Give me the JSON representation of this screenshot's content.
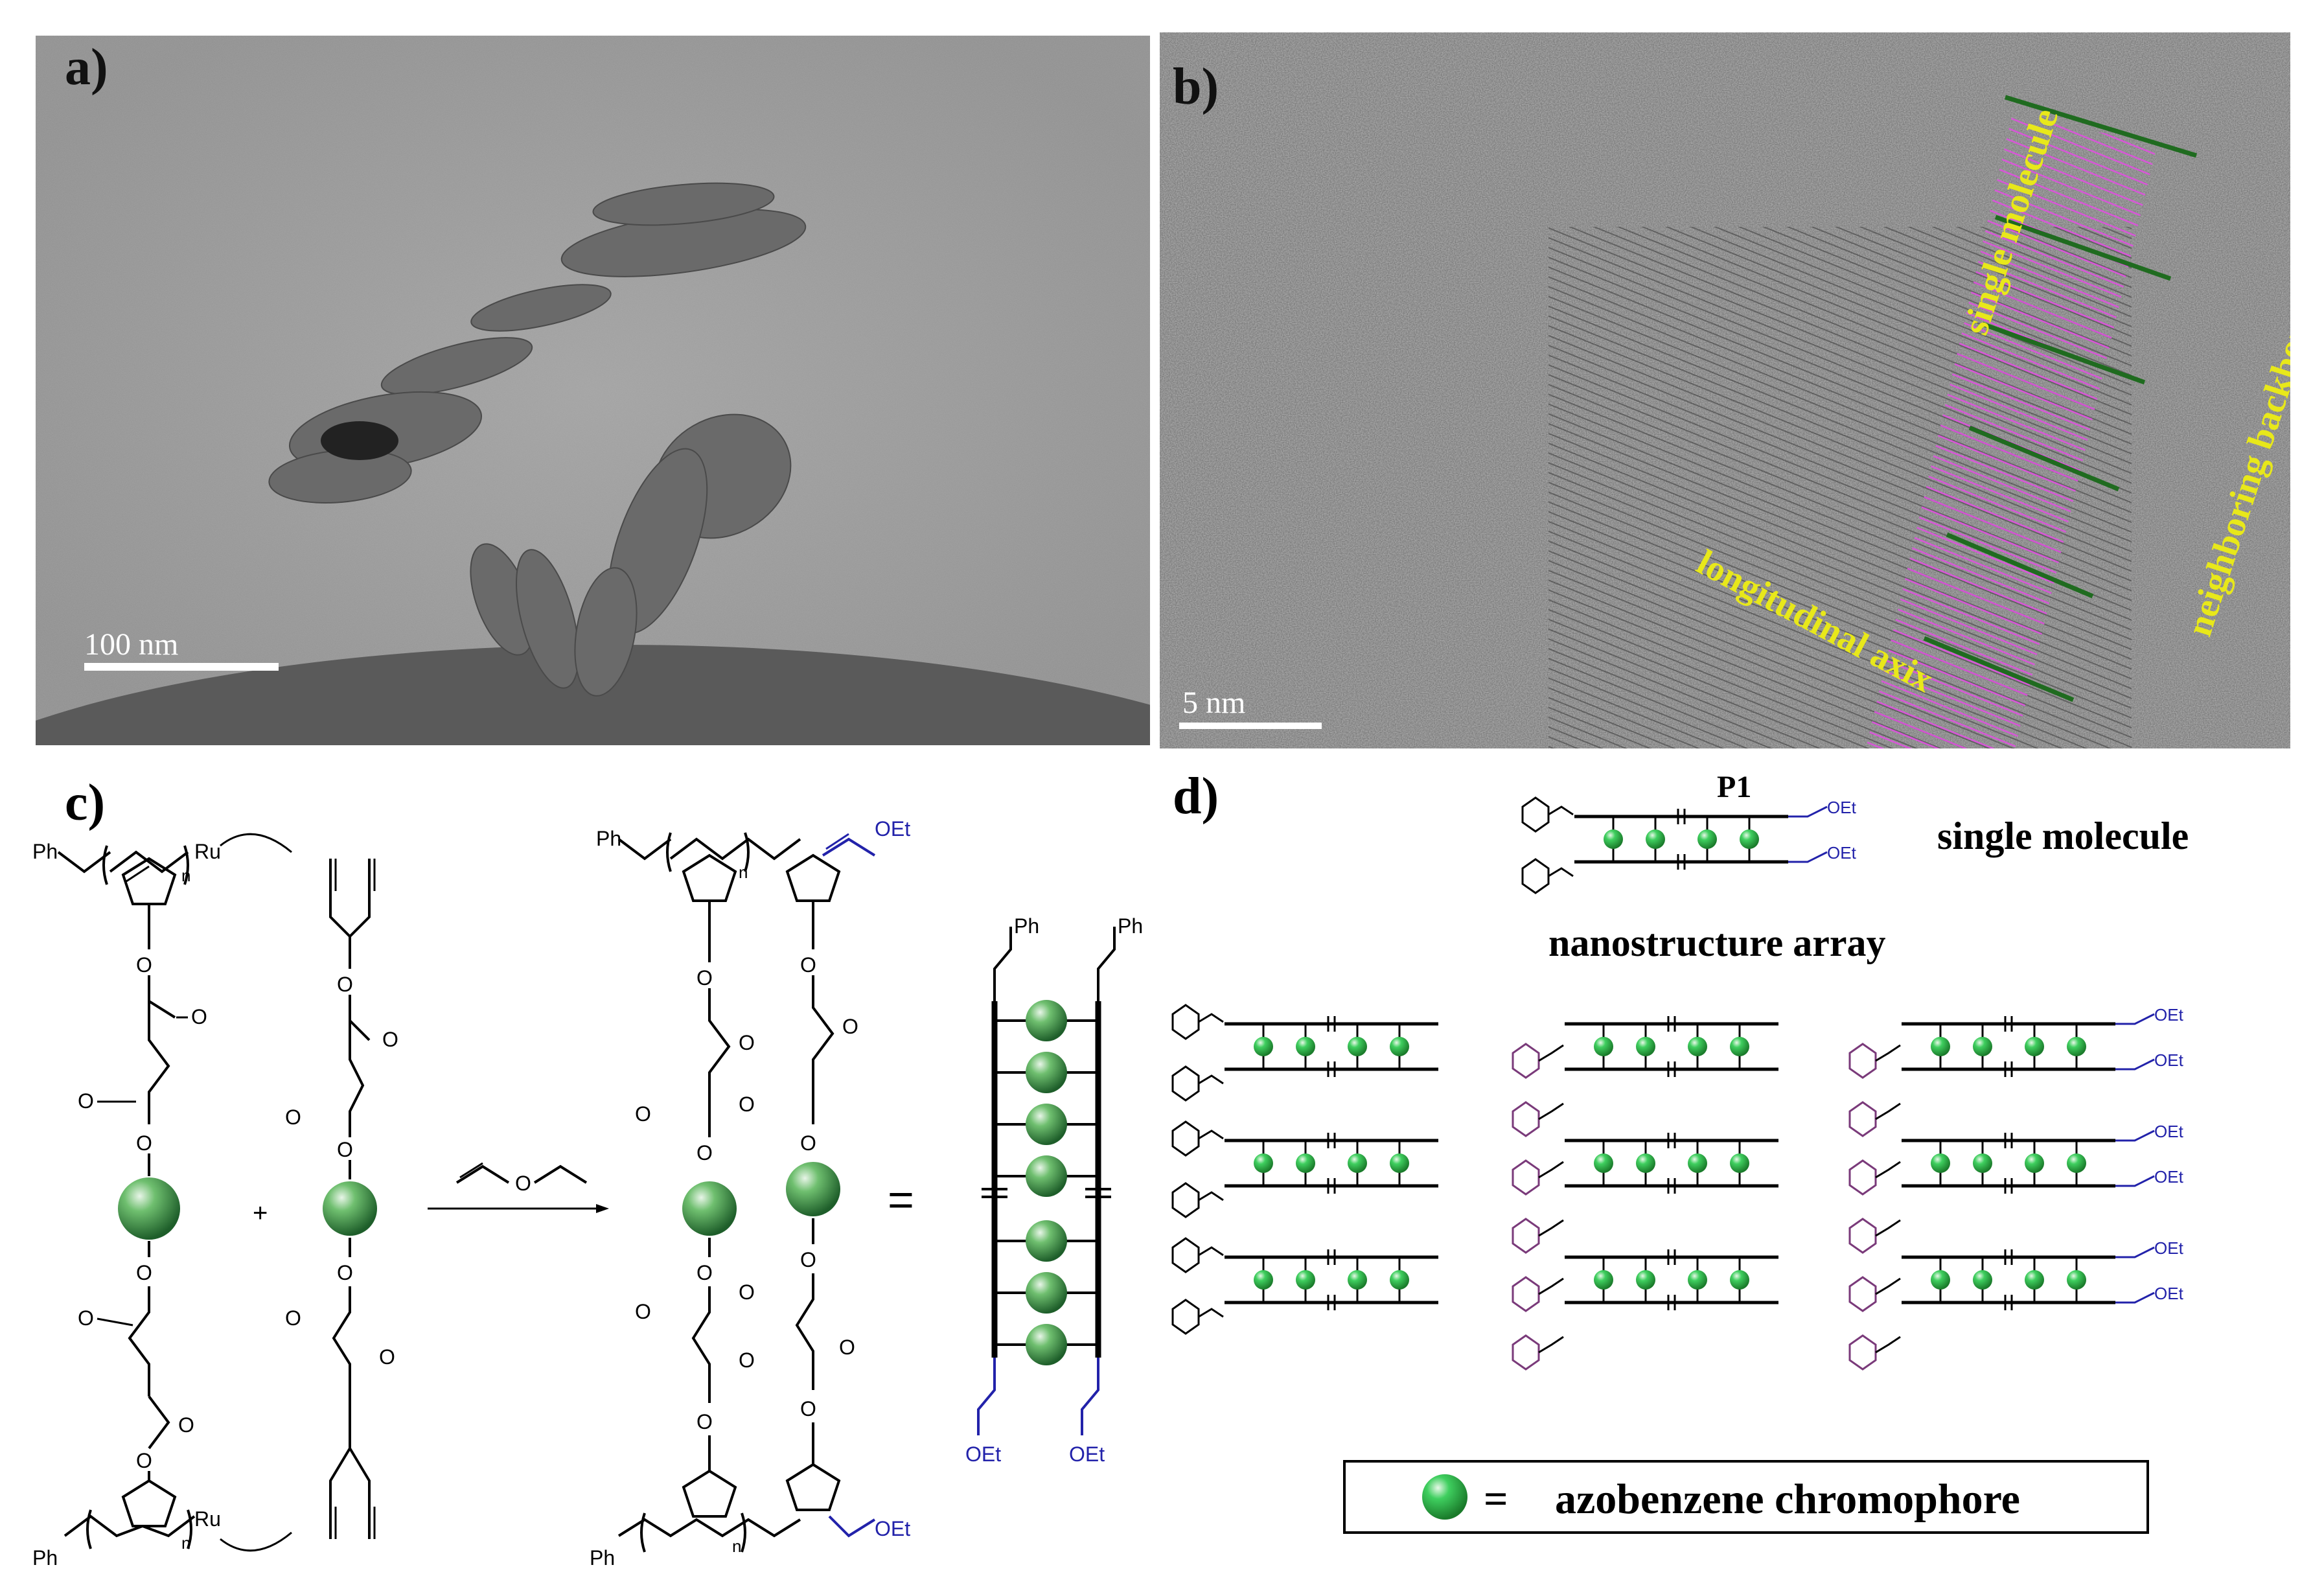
{
  "panels": {
    "a": {
      "label": "a)",
      "scale_bar": "100 nm"
    },
    "b": {
      "label": "b)",
      "scale_bar": "5 nm",
      "annotations": {
        "single_molecule": "single molecule",
        "neighboring_backbone": "neighboring backbone",
        "longitudinal_axix": "longitudinal axix"
      }
    },
    "c": {
      "label": "c)",
      "atoms": {
        "ph": "Ph",
        "ru": "Ru",
        "n": "n",
        "o": "O",
        "oet": "OEt"
      },
      "operators": {
        "plus": "+",
        "equals": "="
      }
    },
    "d": {
      "label": "d)",
      "p1": "P1",
      "single_molecule": "single molecule",
      "nanostructure_array": "nanostructure array",
      "oet": "OEt",
      "legend": {
        "equals": "=",
        "text": "azobenzene chromophore"
      }
    }
  },
  "colors": {
    "sphere_green": "#2e8b3e",
    "blue_bond": "#2222aa",
    "purple_ring": "#7a3a7a",
    "magenta_overlay": "#e04fe0",
    "green_lines": "#1f6b1f",
    "yellow_text": "#e8e81a"
  }
}
